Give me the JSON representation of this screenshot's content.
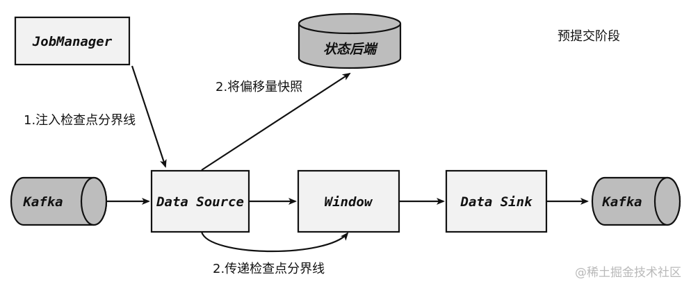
{
  "phase_label": "预提交阶段",
  "nodes": {
    "job_manager": "JobManager",
    "state_backend": "状态后端",
    "kafka_in": "Kafka",
    "data_source": "Data Source",
    "window": "Window",
    "data_sink": "Data Sink",
    "kafka_out": "Kafka"
  },
  "edges": {
    "inject_barrier": "1.注入检查点分界线",
    "snapshot_offset": "2.将偏移量快照",
    "pass_barrier": "2.传递检查点分界线"
  },
  "watermark": "@稀土掘金技术社区",
  "colors": {
    "box_fill": "#f2f2f2",
    "cylinder_fill": "#bdbdbd",
    "stroke": "#111111"
  }
}
